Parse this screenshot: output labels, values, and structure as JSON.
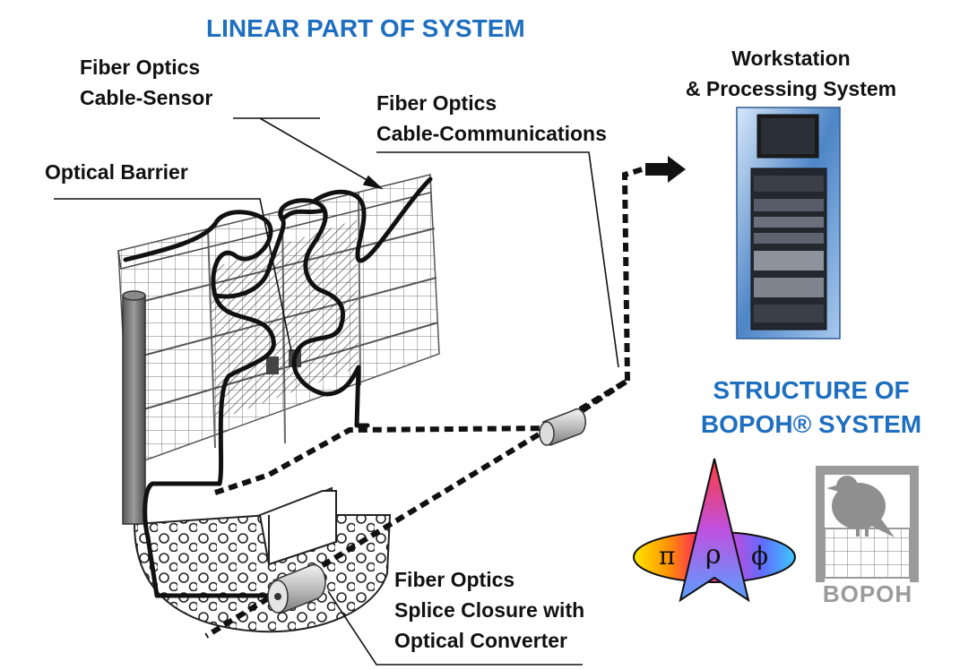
{
  "titles": {
    "linear": "LINEAR PART OF SYSTEM",
    "structure_line1": "STRUCTURE OF",
    "structure_line2": "BOPOH® SYSTEM"
  },
  "labels": {
    "sensor_line1": "Fiber Optics",
    "sensor_line2": "Cable-Sensor",
    "comm_line1": "Fiber Optics",
    "comm_line2": "Cable-Communications",
    "barrier": "Optical Barrier",
    "workstation_line1": "Workstation",
    "workstation_line2": "& Processing System",
    "splice_line1": "Fiber Optics",
    "splice_line2": "Splice Closure with",
    "splice_line3": "Optical Converter"
  },
  "emblem": {
    "symbols": [
      "π",
      "ρ",
      "ϕ"
    ]
  },
  "logo": {
    "text": "BOPOH"
  },
  "colors": {
    "title_blue": "#1f6fc0",
    "label_text": "#111111",
    "logo_gray": "#9a9a9a"
  }
}
